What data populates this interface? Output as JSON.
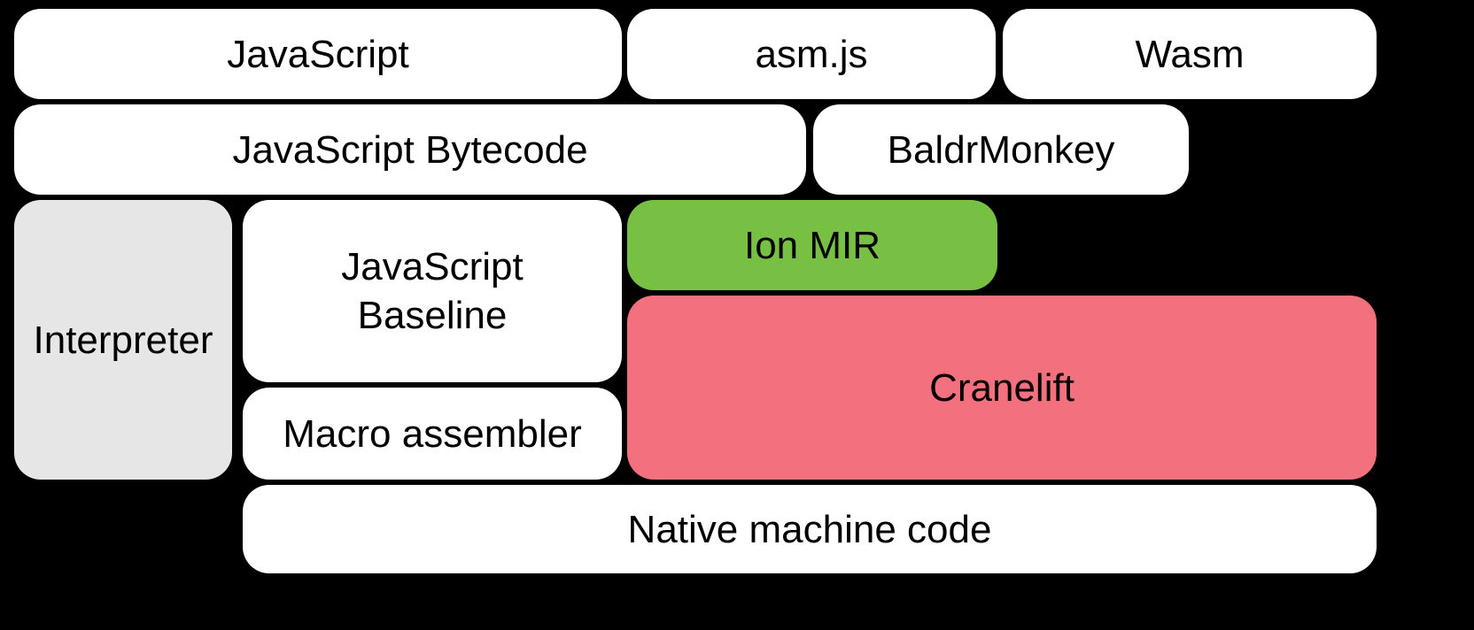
{
  "diagram": {
    "background_color": "#000000",
    "text_color": "#000000",
    "boxes": [
      {
        "id": "javascript",
        "label": "JavaScript",
        "color": "#ffffff"
      },
      {
        "id": "asmjs",
        "label": "asm.js",
        "color": "#ffffff"
      },
      {
        "id": "wasm",
        "label": "Wasm",
        "color": "#ffffff"
      },
      {
        "id": "javascript-bytecode",
        "label": "JavaScript Bytecode",
        "color": "#ffffff"
      },
      {
        "id": "baldrmonkey",
        "label": "BaldrMonkey",
        "color": "#ffffff"
      },
      {
        "id": "interpreter",
        "label": "Interpreter",
        "color": "#e6e6e6"
      },
      {
        "id": "javascript-baseline",
        "label": "JavaScript\nBaseline",
        "color": "#ffffff"
      },
      {
        "id": "ion-mir",
        "label": "Ion MIR",
        "color": "#77c043"
      },
      {
        "id": "cranelift",
        "label": "Cranelift",
        "color": "#f3707f"
      },
      {
        "id": "macro-assembler",
        "label": "Macro assembler",
        "color": "#ffffff"
      },
      {
        "id": "native-machine-code",
        "label": "Native machine code",
        "color": "#ffffff"
      }
    ]
  }
}
